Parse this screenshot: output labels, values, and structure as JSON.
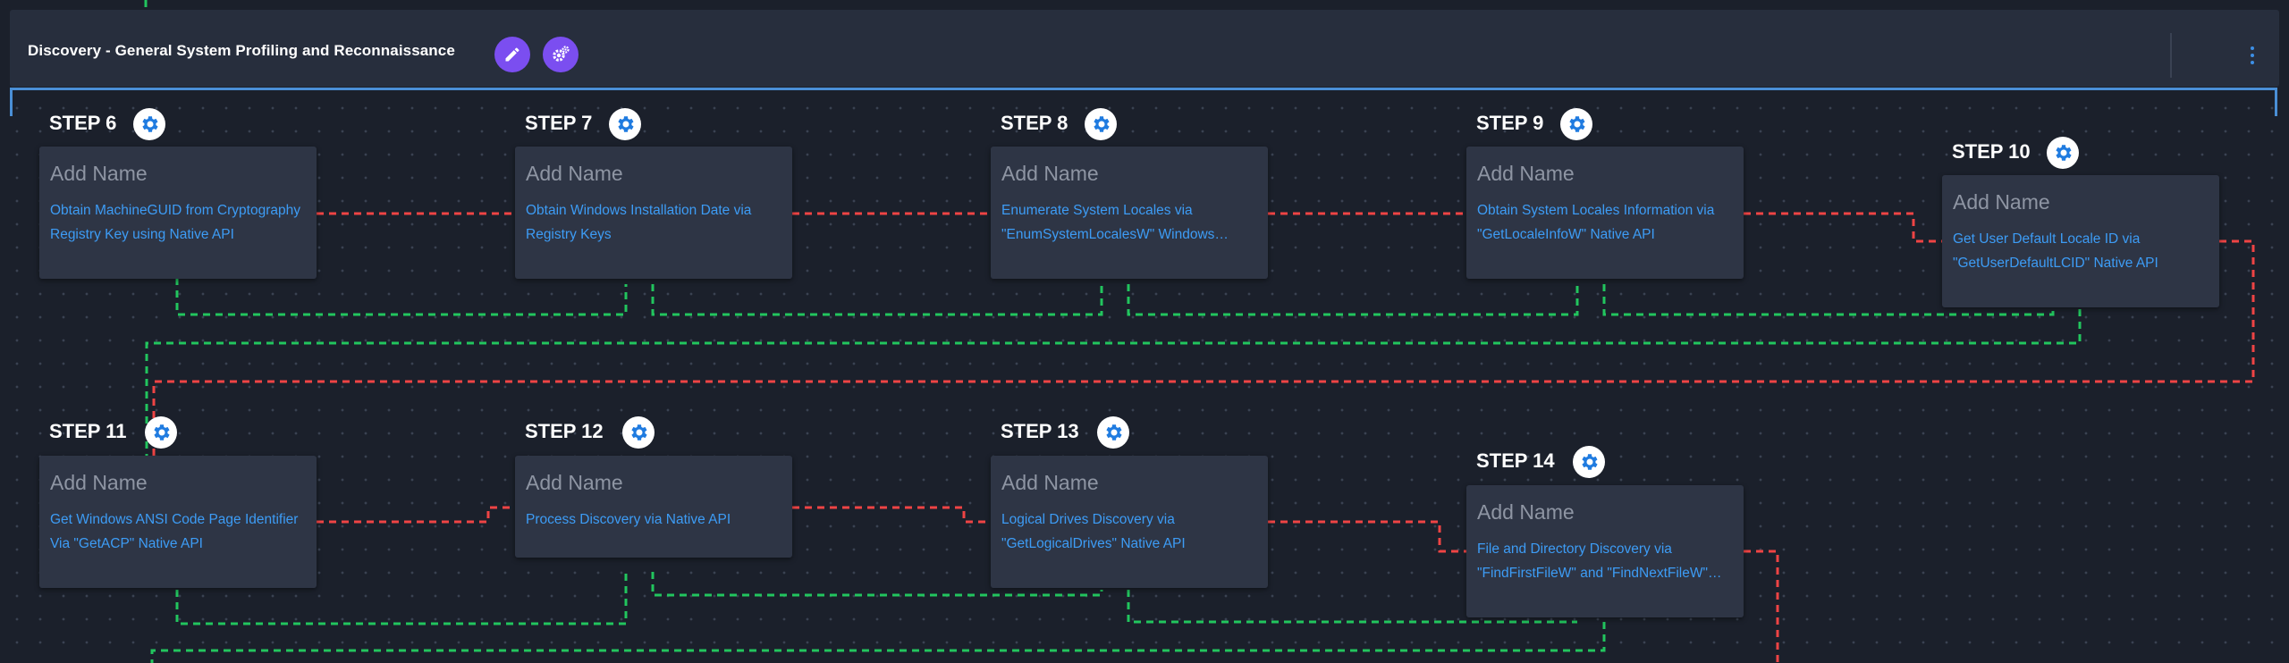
{
  "header": {
    "title": "Discovery - General System Profiling and Reconnaissance",
    "edit_icon": "pencil-icon",
    "settings_icon": "gear-icon",
    "menu_icon": "kebab-menu-icon",
    "accent_color": "#7b4ef0"
  },
  "colors": {
    "success_link": "#22c55e",
    "failure_link": "#ef4444",
    "link_text": "#3d9cf5",
    "bracket": "#4a8fd6"
  },
  "steps": [
    {
      "label": "STEP 6",
      "name": "Add Name",
      "description": "Obtain MachineGUID from Cryptography Registry Key using Native API"
    },
    {
      "label": "STEP 7",
      "name": "Add Name",
      "description": "Obtain Windows Installation Date via Registry Keys"
    },
    {
      "label": "STEP 8",
      "name": "Add Name",
      "description": "Enumerate System Locales via \"EnumSystemLocalesW\" Windows Native API"
    },
    {
      "label": "STEP 9",
      "name": "Add Name",
      "description": "Obtain System Locales Information via \"GetLocaleInfoW\" Native API"
    },
    {
      "label": "STEP 10",
      "name": "Add Name",
      "description": "Get User Default Locale ID via \"GetUserDefaultLCID\" Native API"
    },
    {
      "label": "STEP 11",
      "name": "Add Name",
      "description": "Get Windows ANSI Code Page Identifier Via \"GetACP\" Native API"
    },
    {
      "label": "STEP 12",
      "name": "Add Name",
      "description": "Process Discovery via Native API"
    },
    {
      "label": "STEP 13",
      "name": "Add Name",
      "description": "Logical Drives Discovery via \"GetLogicalDrives\" Native API"
    },
    {
      "label": "STEP 14",
      "name": "Add Name",
      "description": "File and Directory Discovery via \"FindFirstFileW\" and \"FindNextFileW\" Native API"
    }
  ]
}
